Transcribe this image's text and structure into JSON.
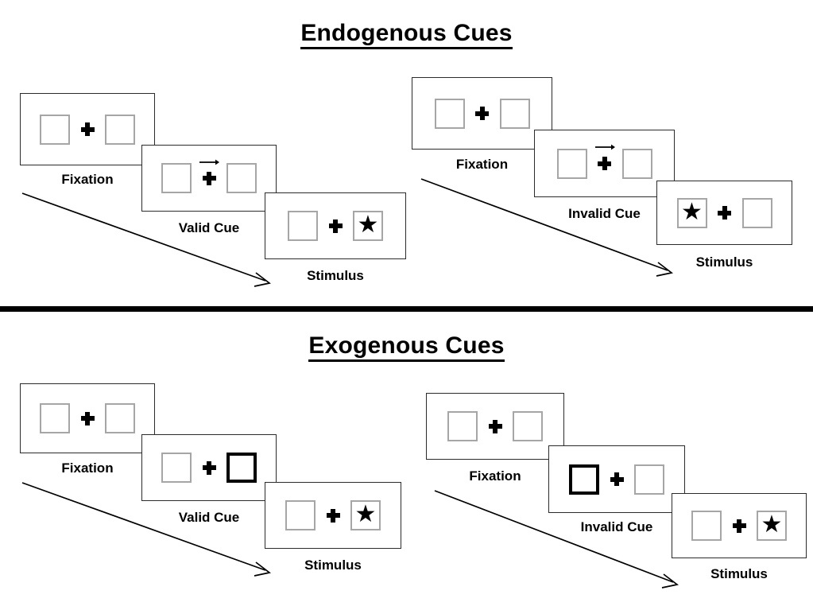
{
  "sections": [
    {
      "id": "endogenous",
      "title": "Endogenous Cues",
      "conditions": [
        {
          "id": "endogenous-valid",
          "cue_type": "central-arrow",
          "cue_direction": "right",
          "target_side": "right",
          "panels": [
            {
              "label": "Fixation",
              "left_box": "empty",
              "right_box": "empty",
              "cue": "none"
            },
            {
              "label": "Valid Cue",
              "left_box": "empty",
              "right_box": "empty",
              "cue": "arrow-right"
            },
            {
              "label": "Stimulus",
              "left_box": "empty",
              "right_box": "star",
              "cue": "none"
            }
          ]
        },
        {
          "id": "endogenous-invalid",
          "cue_type": "central-arrow",
          "cue_direction": "right",
          "target_side": "left",
          "panels": [
            {
              "label": "Fixation",
              "left_box": "empty",
              "right_box": "empty",
              "cue": "none"
            },
            {
              "label": "Invalid Cue",
              "left_box": "empty",
              "right_box": "empty",
              "cue": "arrow-right"
            },
            {
              "label": "Stimulus",
              "left_box": "star",
              "right_box": "empty",
              "cue": "none"
            }
          ]
        }
      ]
    },
    {
      "id": "exogenous",
      "title": "Exogenous Cues",
      "conditions": [
        {
          "id": "exogenous-valid",
          "cue_type": "peripheral-flash",
          "cue_direction": "right",
          "target_side": "right",
          "panels": [
            {
              "label": "Fixation",
              "left_box": "empty",
              "right_box": "empty",
              "cue": "none"
            },
            {
              "label": "Valid Cue",
              "left_box": "empty",
              "right_box": "flash",
              "cue": "none"
            },
            {
              "label": "Stimulus",
              "left_box": "empty",
              "right_box": "star",
              "cue": "none"
            }
          ]
        },
        {
          "id": "exogenous-invalid",
          "cue_type": "peripheral-flash",
          "cue_direction": "left",
          "target_side": "right",
          "panels": [
            {
              "label": "Fixation",
              "left_box": "empty",
              "right_box": "empty",
              "cue": "none"
            },
            {
              "label": "Invalid Cue",
              "left_box": "flash",
              "right_box": "empty",
              "cue": "none"
            },
            {
              "label": "Stimulus",
              "left_box": "empty",
              "right_box": "star",
              "cue": "none"
            }
          ]
        }
      ]
    }
  ],
  "glyphs": {
    "star": "★",
    "fixation_cross": "plus-icon",
    "time_arrow": "arrow-down-right-icon"
  },
  "colors": {
    "ink": "#000000",
    "panel_border": "#2b2b2b",
    "box_border": "#a6a6a6",
    "flash_border": "#000000",
    "background": "#ffffff"
  }
}
